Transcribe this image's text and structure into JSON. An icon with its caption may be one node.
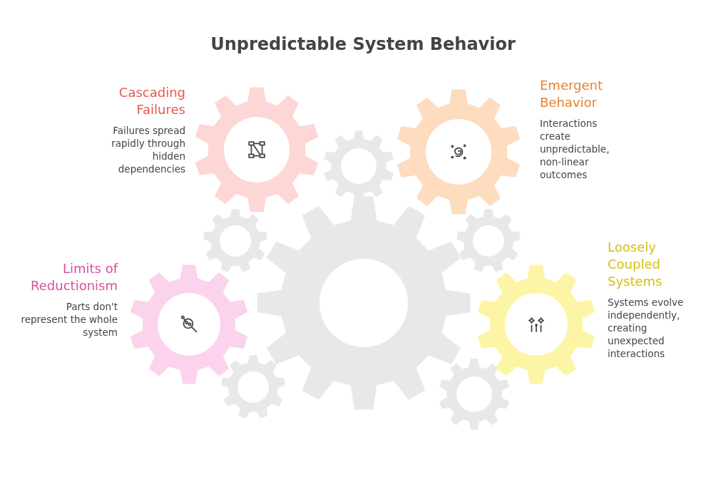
{
  "diagram": {
    "title": "Unpredictable System Behavior",
    "nodes": [
      {
        "text": [
          "Cascading Failures",
          "Failures spread rapidly through hidden dependencies"
        ]
      },
      {
        "text": [
          "Emergent Behavior",
          "Interactions create unpredictable, non-linear outcomes"
        ]
      },
      {
        "text": [
          "Limits of Reductionism",
          "Parts don't represent the whole system"
        ]
      },
      {
        "text": [
          "Loosely Coupled Systems",
          "Systems evolve independently, creating unexpected interactions"
        ]
      },
      {
        "text": [],
        "shape": "gear"
      },
      {
        "text": [],
        "shape": "gear"
      },
      {
        "text": [],
        "shape": "gear"
      },
      {
        "text": [],
        "shape": "gear"
      },
      {
        "text": [],
        "shape": "gear"
      },
      {
        "text": [],
        "shape": "gear"
      }
    ],
    "edges": []
  }
}
